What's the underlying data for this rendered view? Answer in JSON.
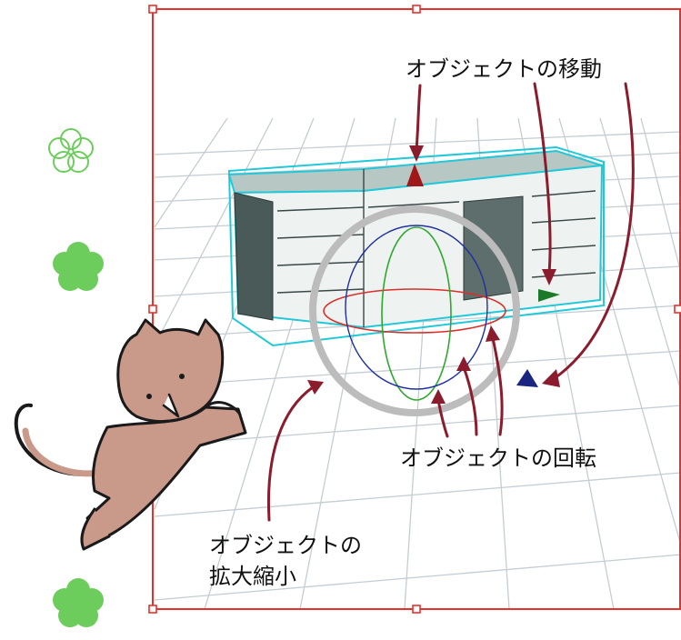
{
  "labels": {
    "move": "オブジェクトの移動",
    "rotate": "オブジェクトの回転",
    "scale_line1": "オブジェクトの",
    "scale_line2": "拡大縮小"
  },
  "colors": {
    "selection_frame": "#e8302c",
    "annotation_arrow": "#8a1c2e",
    "grid": "#c3cdd2",
    "object_outline": "#22c8d8",
    "desk_fill": "#b7c7c4",
    "desk_dark": "#4a5a58",
    "rotate_ring": "#bcbcbc",
    "axis_x": "#d8302a",
    "axis_y": "#2fa82f",
    "axis_z": "#2030a0",
    "arrow_red": "#a01818",
    "arrow_green": "#1a7a2a",
    "arrow_blue": "#1a2680",
    "flower_fill": "#6ccd5c",
    "cat_fill": "#c9998a"
  },
  "icons": [
    "flower-outline-icon",
    "flower-icon",
    "cat-illustration"
  ]
}
